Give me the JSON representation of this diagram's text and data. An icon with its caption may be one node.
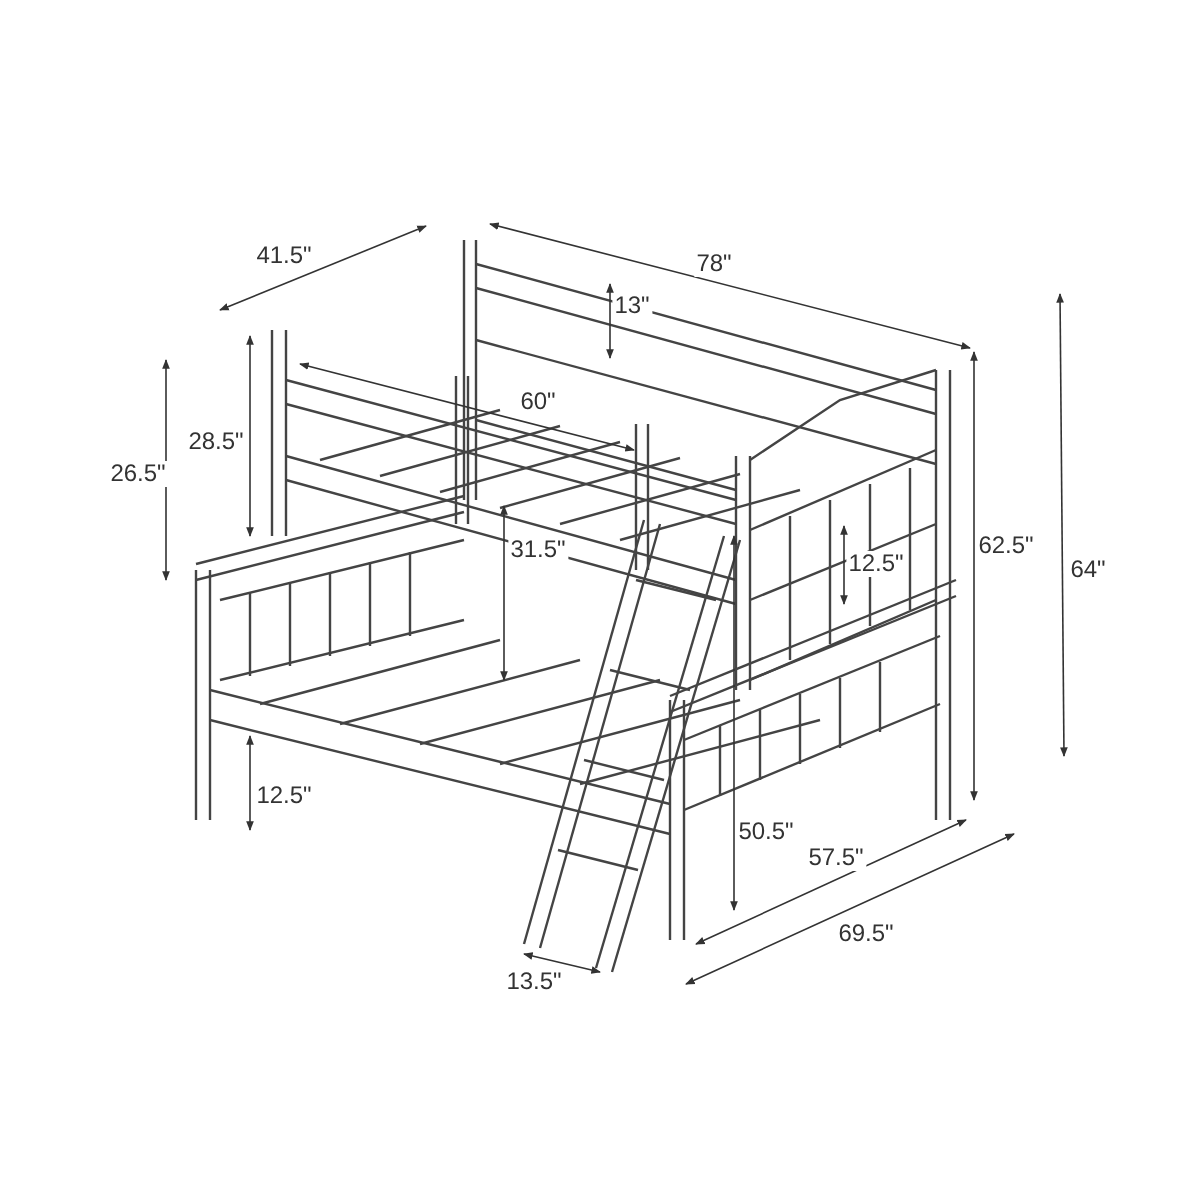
{
  "diagram": {
    "labels": [
      "41.5\"",
      "78\"",
      "13\"",
      "60\"",
      "28.5\"",
      "26.5\"",
      "62.5\"",
      "31.5\"",
      "12.5\"",
      "64\"",
      "12.5\"",
      "50.5\"",
      "57.5\"",
      "69.5\"",
      "13.5\""
    ]
  }
}
